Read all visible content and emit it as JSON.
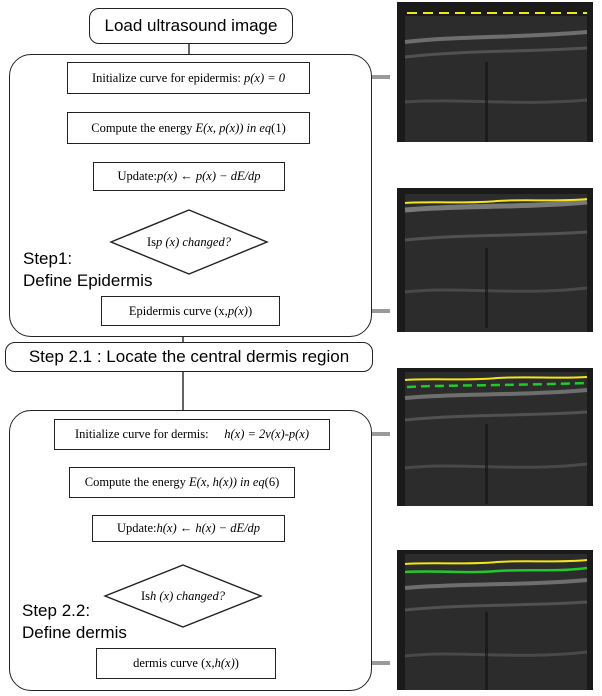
{
  "top": {
    "load": "Load ultrasound image"
  },
  "step1": {
    "init_prefix": "Initialize curve for epidermis: ",
    "init_formula": "p(x) = 0",
    "energy_prefix": "Compute the energy ",
    "energy_formula": "E(x, p(x)) in eq",
    "energy_suffix": " (1)",
    "update_prefix": "Update: ",
    "update_formula": "p(x) ← p(x) − dE/dp",
    "decision_prefix": "Is ",
    "decision_formula": "p (x) changed?",
    "label_line1": "Step1:",
    "label_line2": "Define Epidermis",
    "output_prefix": "Epidermis curve (x, ",
    "output_formula": "p(x)",
    "output_suffix": ")"
  },
  "step21": {
    "label": "Step 2.1 : Locate the central dermis region"
  },
  "step22": {
    "init_prefix": "Initialize curve for dermis:",
    "init_formula": "h(x) = 2v(x)-p(x)",
    "energy_prefix": "Compute the energy ",
    "energy_formula": "E(x, h(x)) in eq",
    "energy_suffix": " (6)",
    "update_prefix": "Update: ",
    "update_formula": "h(x) ← h(x) − dE/dp",
    "decision_prefix": "Is ",
    "decision_formula": "h (x) changed?",
    "label_line1": "Step 2.2:",
    "label_line2": "Define dermis",
    "output_prefix": "dermis curve (x, ",
    "output_formula": "h(x)",
    "output_suffix": ")"
  },
  "colors": {
    "arrow_gray": "#9a9a9a",
    "epidermis_yellow": "#f2e51a",
    "dermis_green": "#22c92a"
  }
}
